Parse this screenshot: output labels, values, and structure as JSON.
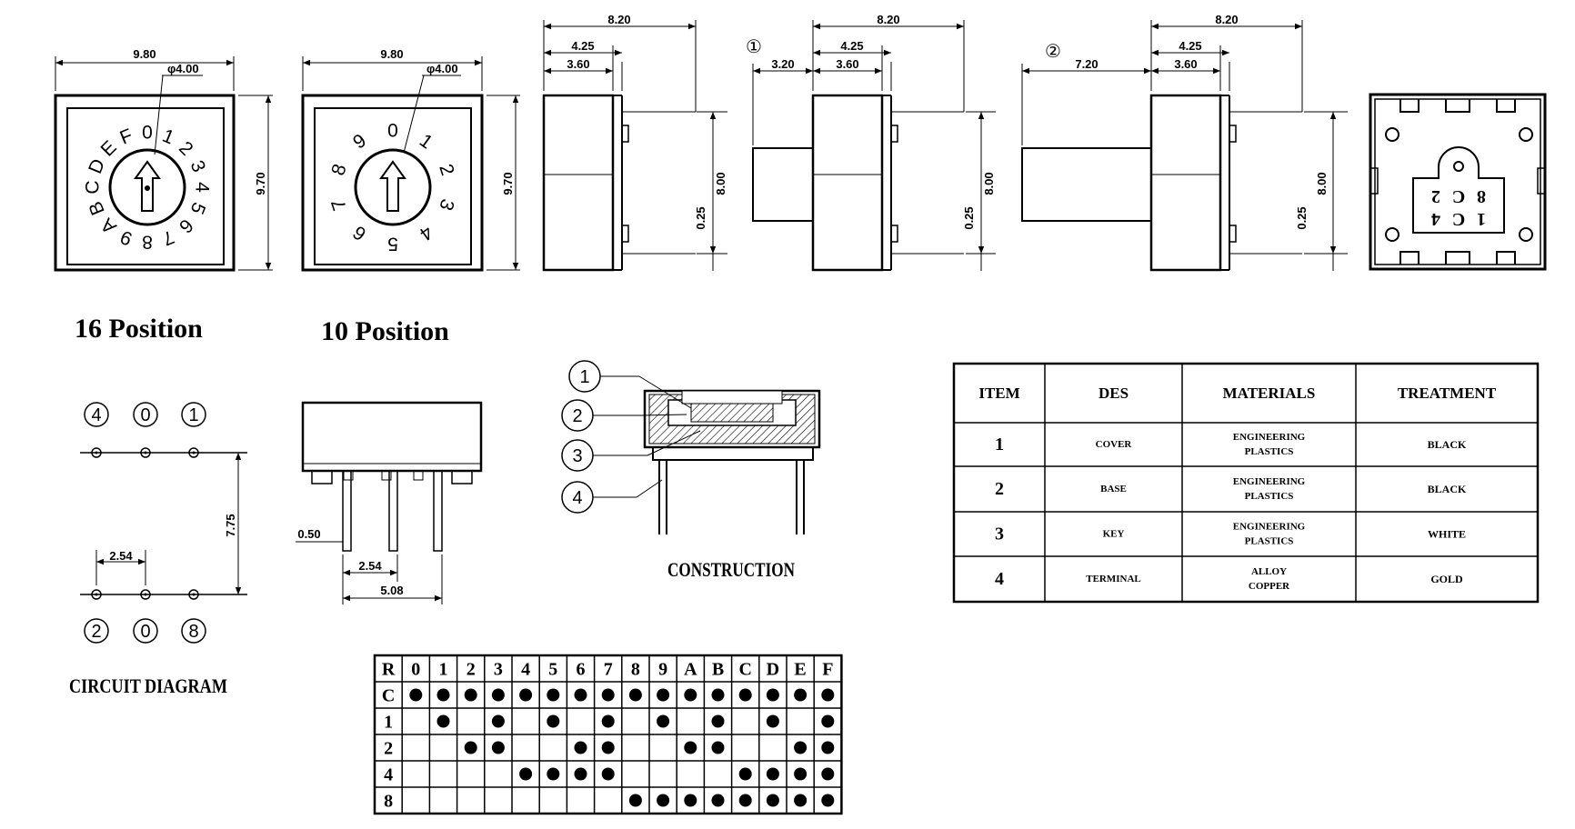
{
  "dimensions": {
    "width_980": "9.80",
    "diameter_400": "φ4.00",
    "height_970": "9.70",
    "depth_820": "8.20",
    "d_425": "4.25",
    "d_360": "3.60",
    "d_320": "3.20",
    "d_720": "7.20",
    "d_800": "8.00",
    "d_025": "0.25",
    "pitch_254": "2.54",
    "row_775": "7.75",
    "pin_050": "0.50",
    "span_508": "5.08"
  },
  "variant_marks": [
    "①",
    "②"
  ],
  "captions": {
    "pos16": "16 Position",
    "pos10": "10 Position",
    "construction": "CONSTRUCTION",
    "circuit": "CIRCUIT DIAGRAM"
  },
  "dial16_labels": [
    "0",
    "1",
    "2",
    "3",
    "4",
    "5",
    "6",
    "7",
    "8",
    "9",
    "A",
    "B",
    "C",
    "D",
    "E",
    "F"
  ],
  "dial10_labels": [
    "0",
    "1",
    "2",
    "3",
    "4",
    "5",
    "6",
    "7",
    "8",
    "9"
  ],
  "bottom_pin_labels": {
    "top": [
      "1",
      "C",
      "4"
    ],
    "bottom": [
      "8",
      "C",
      "2"
    ]
  },
  "circuit_pins": {
    "top": [
      "4",
      "0",
      "1"
    ],
    "bottom": [
      "2",
      "0",
      "8"
    ]
  },
  "construction_callouts": [
    "1",
    "2",
    "3",
    "4"
  ],
  "materials_table": {
    "headers": [
      "ITEM",
      "DES",
      "MATERIALS",
      "TREATMENT"
    ],
    "rows": [
      {
        "item": "1",
        "des": "COVER",
        "mat1": "ENGINEERING",
        "mat2": "PLASTICS",
        "treat": "BLACK"
      },
      {
        "item": "2",
        "des": "BASE",
        "mat1": "ENGINEERING",
        "mat2": "PLASTICS",
        "treat": "BLACK"
      },
      {
        "item": "3",
        "des": "KEY",
        "mat1": "ENGINEERING",
        "mat2": "PLASTICS",
        "treat": "WHITE"
      },
      {
        "item": "4",
        "des": "TERMINAL",
        "mat1": "ALLOY",
        "mat2": "COPPER",
        "treat": "GOLD"
      }
    ]
  },
  "truth_table": {
    "header": [
      "R",
      "0",
      "1",
      "2",
      "3",
      "4",
      "5",
      "6",
      "7",
      "8",
      "9",
      "A",
      "B",
      "C",
      "D",
      "E",
      "F"
    ],
    "row_labels": [
      "C",
      "1",
      "2",
      "4",
      "8"
    ],
    "marks": [
      [
        1,
        1,
        1,
        1,
        1,
        1,
        1,
        1,
        1,
        1,
        1,
        1,
        1,
        1,
        1,
        1
      ],
      [
        0,
        1,
        0,
        1,
        0,
        1,
        0,
        1,
        0,
        1,
        0,
        1,
        0,
        1,
        0,
        1
      ],
      [
        0,
        0,
        1,
        1,
        0,
        0,
        1,
        1,
        0,
        0,
        1,
        1,
        0,
        0,
        1,
        1
      ],
      [
        0,
        0,
        0,
        0,
        1,
        1,
        1,
        1,
        0,
        0,
        0,
        0,
        1,
        1,
        1,
        1
      ],
      [
        0,
        0,
        0,
        0,
        0,
        0,
        0,
        0,
        1,
        1,
        1,
        1,
        1,
        1,
        1,
        1
      ]
    ]
  }
}
